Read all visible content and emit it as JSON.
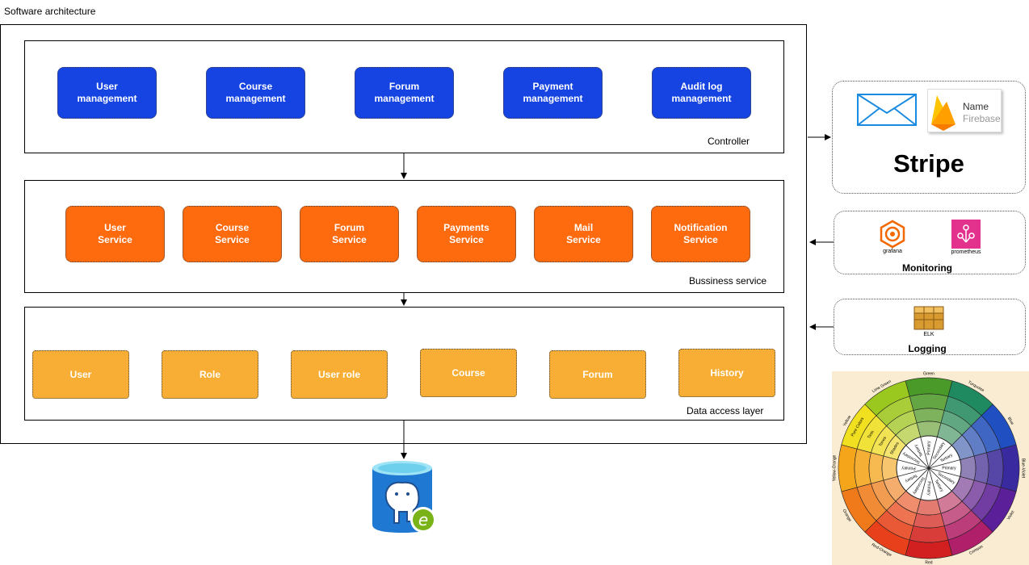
{
  "title": "Software architecture",
  "controller": {
    "label": "Controller",
    "modules": [
      "User\nmanagement",
      "Course\nmanagement",
      "Forum\nmanagement",
      "Payment\nmanagement",
      "Audit log\nmanagement"
    ]
  },
  "business": {
    "label": "Bussiness service",
    "services": [
      "User\nService",
      "Course\nService",
      "Forum\nService",
      "Payments\nService",
      "Mail\nService",
      "Notification\nService"
    ]
  },
  "data_access": {
    "label": "Data access layer",
    "entities": [
      "User",
      "Role",
      "User role",
      "Course",
      "Forum",
      "History"
    ]
  },
  "external": {
    "firebase_name": "Name",
    "firebase_sub": "Firebase",
    "stripe": "Stripe"
  },
  "monitoring": {
    "label": "Monitoring",
    "grafana": "grafana",
    "prometheus": "prometheus"
  },
  "logging": {
    "label": "Logging",
    "elk": "ELK"
  },
  "color_wheel": {
    "outer_labels": [
      "Green",
      "Turquoise",
      "Blue",
      "Blue-Violet",
      "Violet",
      "Crimson",
      "Red",
      "Red-Orange",
      "Orange",
      "Yellow-Orange",
      "Yellow",
      "Lime Green"
    ],
    "inner_labels": [
      "Pure Colors",
      "Tints",
      "Tones",
      "Shades"
    ],
    "center_labels": [
      "Primary",
      "Secondary",
      "Tertiary"
    ]
  },
  "colors": {
    "controller": "#1544e2",
    "service": "#fe6a0e",
    "data": "#f8ae34"
  }
}
